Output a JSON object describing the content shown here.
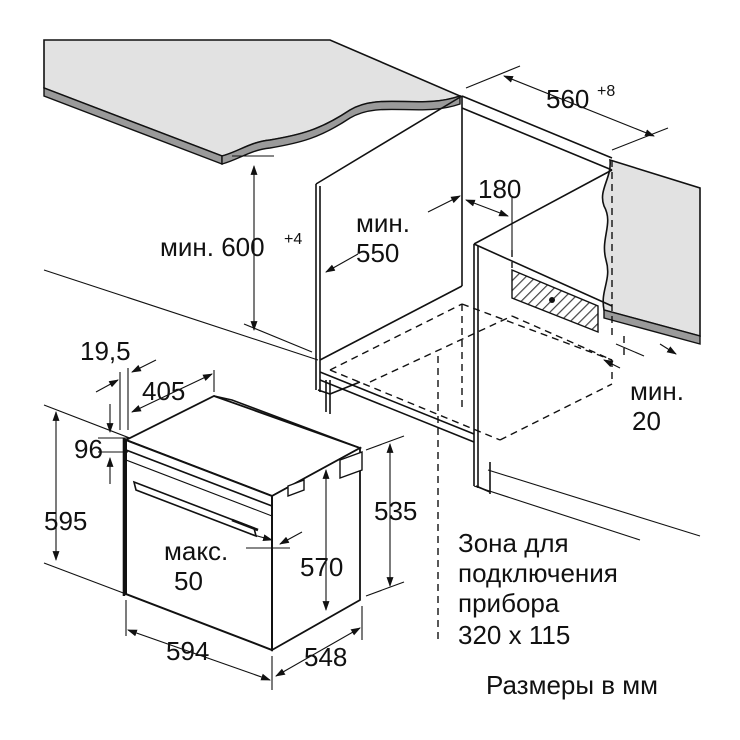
{
  "labels": {
    "niche_width": "560",
    "niche_width_tol": "+8",
    "min_height_prefix": "мин. 600",
    "min_height_tol": "+4",
    "min_550_a": "мин.",
    "min_550_b": "550",
    "vent_180": "180",
    "min_20_a": "мин.",
    "min_20_b": "20",
    "front_19_5": "19,5",
    "front_405": "405",
    "front_96": "96",
    "height_595": "595",
    "height_535": "535",
    "height_570": "570",
    "max_50_a": "макс.",
    "max_50_b": "50",
    "width_594": "594",
    "depth_548": "548",
    "zone_1": "Зона для",
    "zone_2": "подключения",
    "zone_3": "прибора",
    "zone_4": "320 x 115",
    "units": "Размеры в мм"
  },
  "colors": {
    "line": "#111111",
    "countertop": "#e2e2e2",
    "hatch": "#555555"
  }
}
